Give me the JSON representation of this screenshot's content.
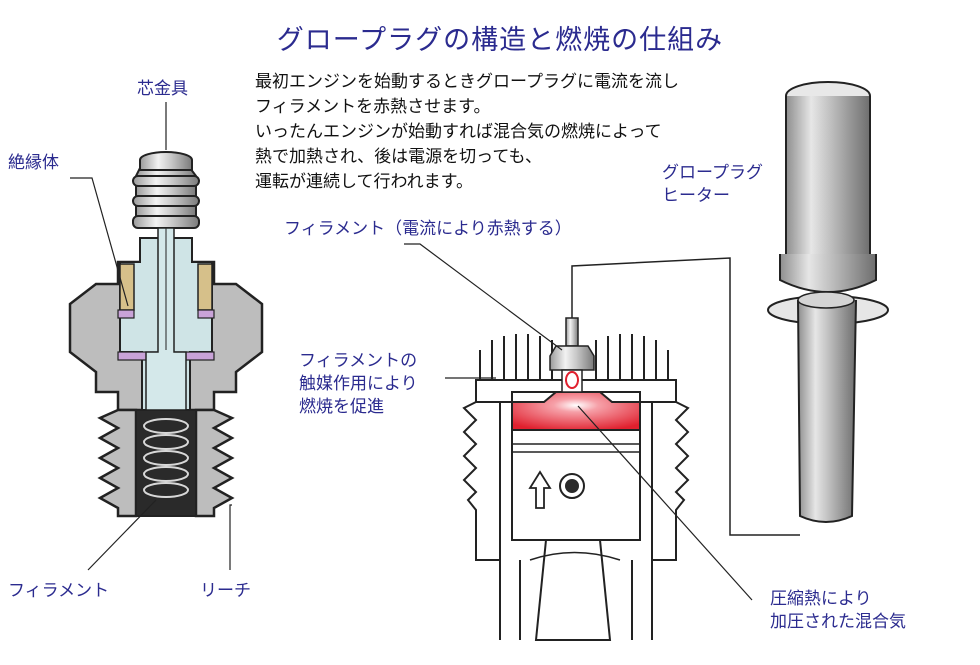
{
  "title": "グロープラグの構造と燃焼の仕組み",
  "description": [
    "最初エンジンを始動するときグロープラグに電流を流し",
    "フィラメントを赤熱させます。",
    "いったんエンジンが始動すれば混合気の燃焼によって",
    "熱で加熱され、後は電源を切っても、",
    "運転が連続して行われます。"
  ],
  "labels": {
    "center_electrode": "芯金具",
    "insulator": "絶縁体",
    "filament": "フィラメント",
    "reach": "リーチ",
    "filament_heated": "フィラメント（電流により赤熱する）",
    "catalyst": [
      "フィラメントの",
      "触媒作用により",
      "燃焼を促進"
    ],
    "heater": [
      "グロープラグ",
      "ヒーター"
    ],
    "compressed": [
      "圧縮熱により",
      "加圧された混合気"
    ]
  },
  "colors": {
    "title": "#2b2b8f",
    "label": "#2b2b8f",
    "accent_red": "#c0283a",
    "insulator": "#cfe4e6",
    "ring": "#c9a3d8",
    "gasket": "#d6c08a",
    "flame": "#e0202e"
  }
}
